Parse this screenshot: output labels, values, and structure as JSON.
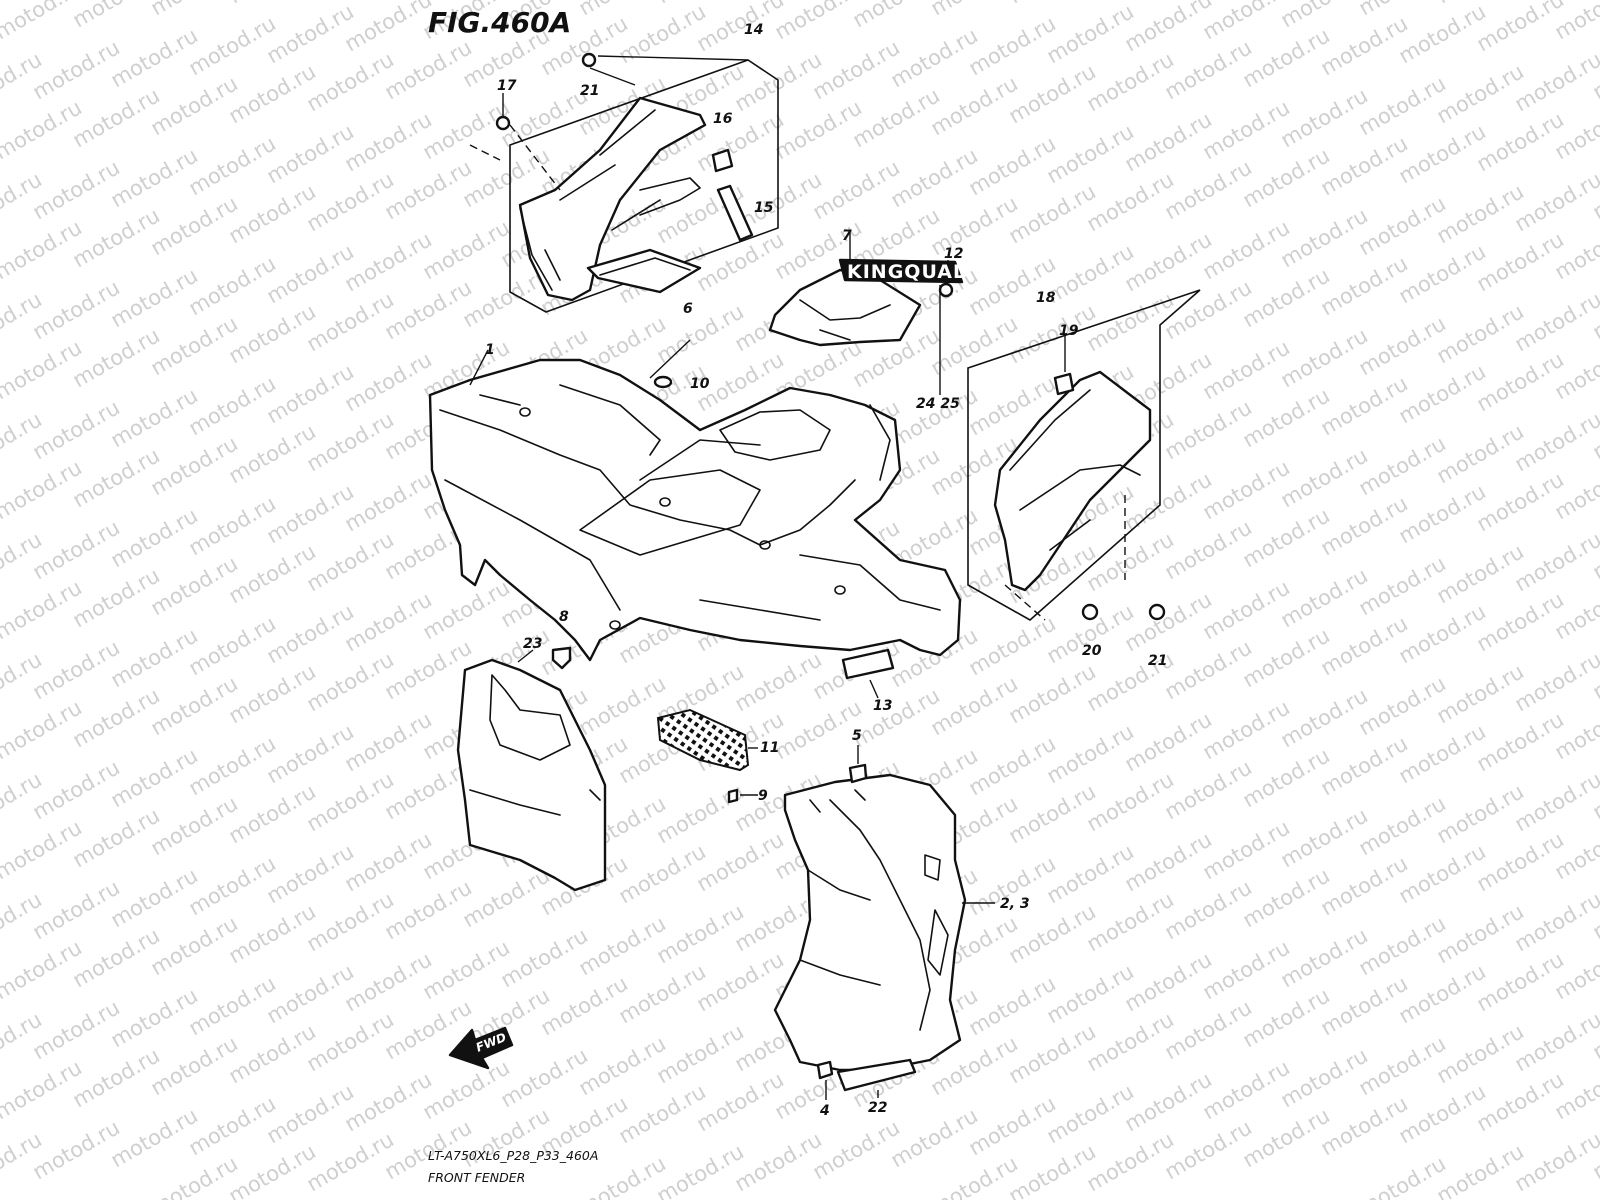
{
  "figure": {
    "title": "FIG.460A",
    "model_code": "LT-A750XL6_P28_P33_460A",
    "section_name": "FRONT FENDER"
  },
  "watermark": "motod.ru",
  "emblem_text": "KINGQUAD",
  "direction_label": "FWD",
  "callouts": {
    "c1": "1",
    "c2_3": "2, 3",
    "c4": "4",
    "c5": "5",
    "c6": "6",
    "c7": "7",
    "c8": "8",
    "c9": "9",
    "c10": "10",
    "c11": "11",
    "c12": "12",
    "c13": "13",
    "c14": "14",
    "c15": "15",
    "c16": "16",
    "c17": "17",
    "c18": "18",
    "c19": "19",
    "c20": "20",
    "c21a": "21",
    "c21b": "21",
    "c22": "22",
    "c23": "23",
    "c24_25": "24 25"
  }
}
